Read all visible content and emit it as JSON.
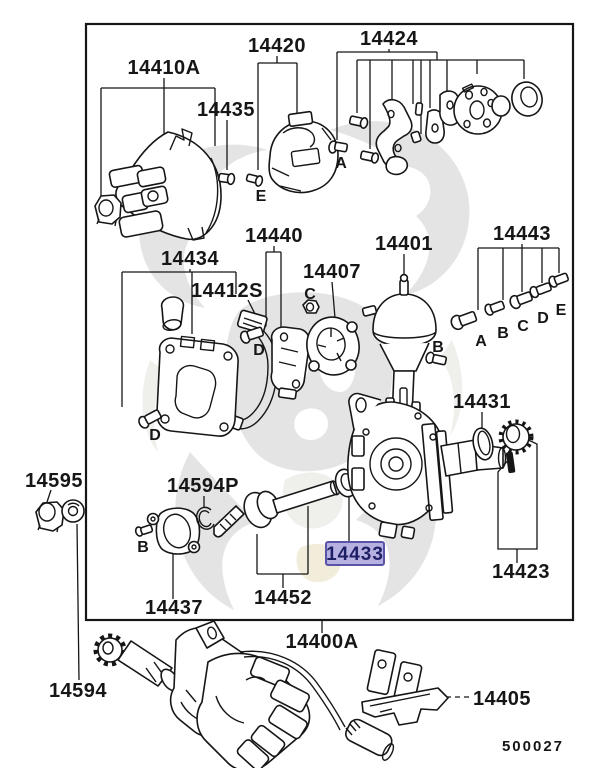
{
  "diagram": {
    "type": "exploded-parts-diagram",
    "drawing_number": "500027",
    "highlighted_part": "14433",
    "colors": {
      "line": "#161616",
      "background": "#ffffff",
      "watermark": "#e4e4e4",
      "watermark_light": "#efefec",
      "watermark_accent": "#f1edda",
      "highlight_fill": "#b7b1e2",
      "highlight_border": "#5a54a8",
      "highlight_text": "#1f1f66"
    },
    "part_labels": {
      "n14410a": "14410A",
      "n14435": "14435",
      "n14420": "14420",
      "n14424": "14424",
      "n14440": "14440",
      "n14401": "14401",
      "n14443": "14443",
      "n14434": "14434",
      "n14412s": "14412S",
      "n14407": "14407",
      "n14431": "14431",
      "n14595": "14595",
      "n14594p": "14594P",
      "n14433": "14433",
      "n14423": "14423",
      "n14437": "14437",
      "n14452": "14452",
      "n14400a": "14400A",
      "n14594": "14594",
      "n14405": "14405"
    },
    "callouts": {
      "e_rotor": "E",
      "a_breaker": "A",
      "c_stator": "C",
      "d_pickup": "D",
      "d_module": "D",
      "b_vacuum": "B",
      "kit_a": "A",
      "kit_b": "B",
      "kit_c": "C",
      "kit_d": "D",
      "kit_e": "E",
      "b_flange": "B"
    }
  }
}
